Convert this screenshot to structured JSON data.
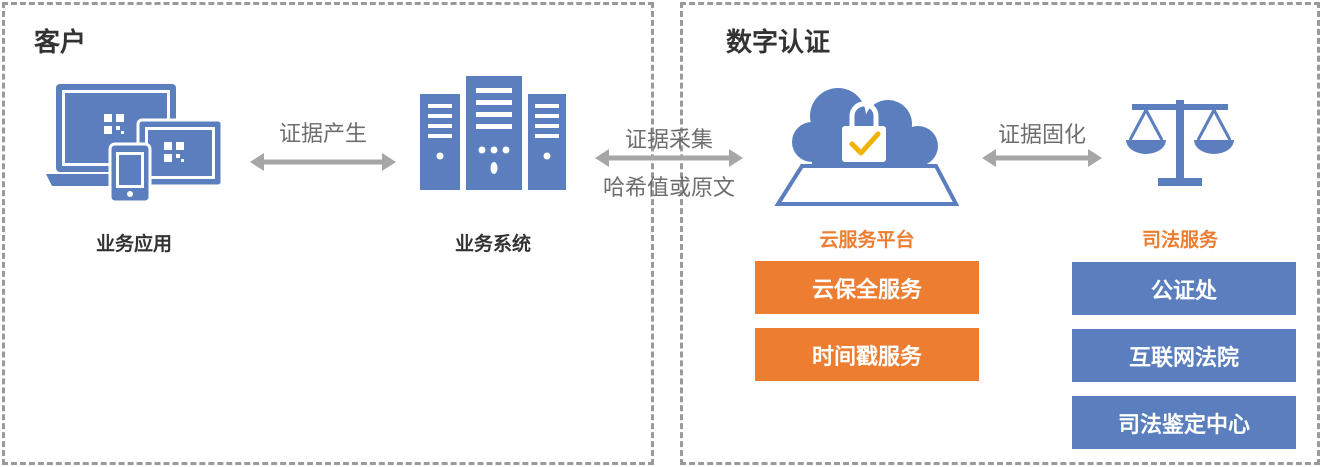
{
  "panels": {
    "customer": "客户",
    "digital_auth": "数字认证"
  },
  "nodes": {
    "business_app": "业务应用",
    "business_system": "业务系统",
    "cloud_platform": "云服务平台",
    "judicial_service": "司法服务"
  },
  "edges": {
    "evidence_generation": "证据产生",
    "evidence_collection": "证据采集",
    "hash_or_original": "哈希值或原文",
    "evidence_solidify": "证据固化"
  },
  "cloud_services": [
    "云保全服务",
    "时间戳服务"
  ],
  "judicial_services": [
    "公证处",
    "互联网法院",
    "司法鉴定中心"
  ],
  "icons": {
    "devices": "devices-icon",
    "server": "server-icon",
    "cloud_lock": "cloud-lock-icon",
    "scales": "scales-icon"
  },
  "colors": {
    "icon_blue": "#5b7ebe",
    "accent_orange": "#ed7d31",
    "arrow_gray": "#a6a6a6",
    "border_gray": "#9a9a9a"
  }
}
